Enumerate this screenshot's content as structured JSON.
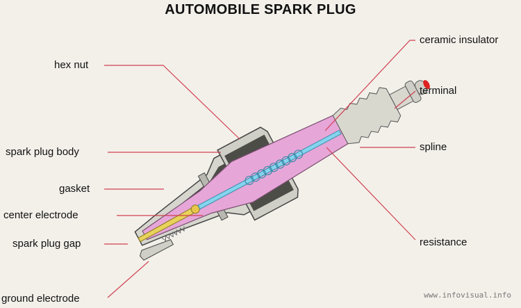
{
  "title": "AUTOMOBILE SPARK PLUG",
  "labels": {
    "hex_nut": "hex nut",
    "spark_plug_body": "spark plug body",
    "gasket": "gasket",
    "center_electrode": "center electrode",
    "spark_plug_gap": "spark plug gap",
    "ground_electrode": "ground electrode",
    "ceramic_insulator": "ceramic insulator",
    "terminal": "terminal",
    "spline": "spline",
    "resistance": "resistance"
  },
  "watermark": "www.infovisual.info",
  "colors": {
    "background": "#f3f0ea",
    "leader_line": "#d04050",
    "insulator": "#e6a6d8",
    "metal": "#d4d4cc",
    "body_dark": "#4d4d48",
    "resistance": "#84d4ee",
    "electrode": "#e8d25a"
  }
}
